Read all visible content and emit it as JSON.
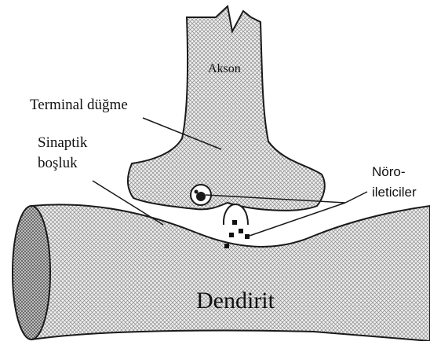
{
  "labels": {
    "akson": "Akson",
    "terminal": "Terminal düğme",
    "sinaptik_line1": "Sinaptik",
    "sinaptik_line2": "boşluk",
    "noro_line1": "Nöro-",
    "noro_line2": "ileticiler",
    "dendirit": "Dendirit"
  },
  "colors": {
    "line": "#1a1a1a",
    "hatch": "#555555",
    "fill_light": "#ededed",
    "fill_dark": "#cfcfcf"
  }
}
